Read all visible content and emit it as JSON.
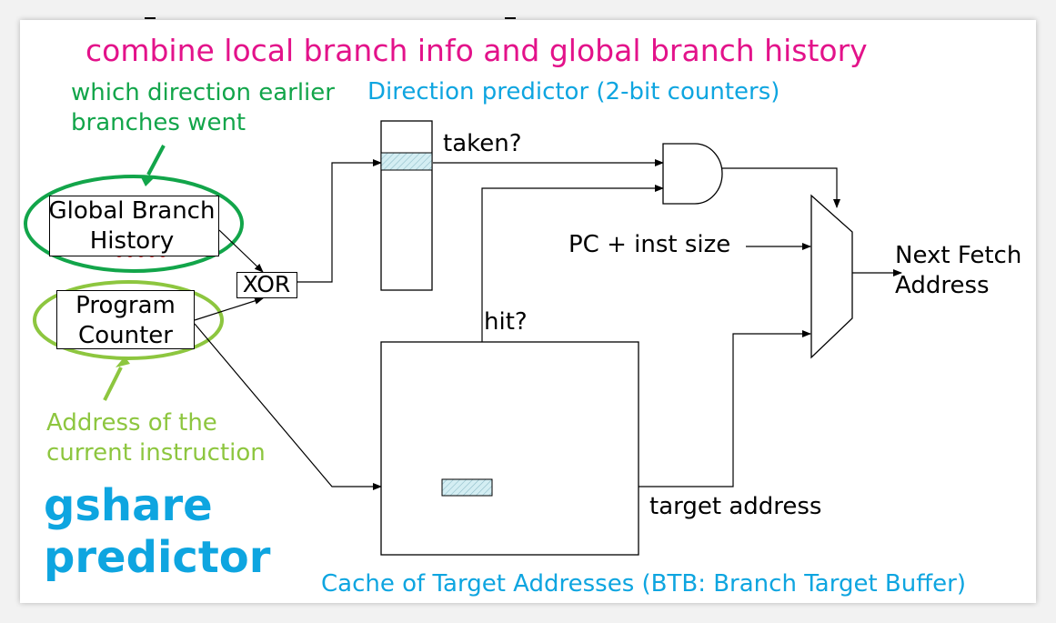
{
  "title": "combine local branch info and global branch history",
  "labels": {
    "which_direction": "which direction earlier\nbranches went",
    "direction_predictor": "Direction predictor (2-bit counters)",
    "global_branch_history": "Global Branch\nHistory",
    "program_counter": "Program\nCounter",
    "xor": "XOR",
    "taken": "taken?",
    "hit": "hit?",
    "pc_plus_inst_size": "PC + inst size",
    "next_fetch_address": "Next Fetch\nAddress",
    "address_of_current_instruction": "Address of the\ncurrent instruction",
    "target_address": "target address",
    "btb_caption": "Cache of Target Addresses (BTB: Branch Target Buffer)",
    "gshare": "gshare\npredictor"
  },
  "colors": {
    "title": "#e3128a",
    "annotation_green": "#12a54a",
    "annotation_lightgreen": "#8dc63f",
    "accent_blue": "#0ea5e0",
    "ink": "#000000",
    "hatch": "#bfe7ef"
  }
}
